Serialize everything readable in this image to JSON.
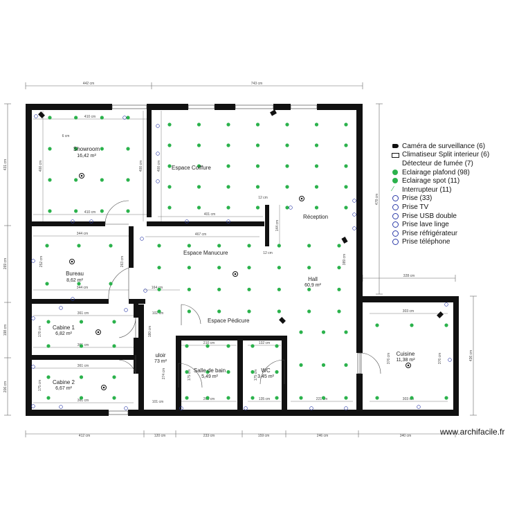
{
  "rooms": {
    "showroom": {
      "name": "Showroom",
      "area": "16,42 m²"
    },
    "coiffure": {
      "name": "Espace Coiffure"
    },
    "reception": {
      "name": "Réception"
    },
    "manucure": {
      "name": "Espace Manucure"
    },
    "bureau": {
      "name": "Bureau",
      "area": "8,62 m²"
    },
    "hall": {
      "name": "Hall",
      "area": "60,9 m²"
    },
    "pedicure": {
      "name": "Espace Pédicure"
    },
    "cabine1": {
      "name": "Cabine 1",
      "area": "6,82 m²"
    },
    "cabine2": {
      "name": "Cabine 2",
      "area": "6,67 m²"
    },
    "couloir": {
      "name": "uloir",
      "area": "73 m²"
    },
    "sdb": {
      "name": "Salle de bain",
      "area": "5,49 m²"
    },
    "wc": {
      "name": "WC",
      "area": "3,45 m²"
    },
    "cuisine": {
      "name": "Cuisine",
      "area": "11,38 m²"
    }
  },
  "dimensions": {
    "top": [
      "442 cm",
      "743 cm"
    ],
    "bottom": [
      "412 cm",
      "120 cm",
      "233 cm",
      "159 cm",
      "246 cm",
      "340 cm"
    ],
    "left": [
      "431 cm",
      "269 cm",
      "198 cm",
      "206 cm"
    ],
    "right": [
      "478 cm",
      "436 cm"
    ],
    "right_step": "328 cm",
    "inner": {
      "showroom_top": "410 cm",
      "showroom_bottom": "410 cm",
      "showroom_left": "400 cm",
      "showroom_right": "400 cm",
      "showroom_note": "6 cm",
      "coiffure_left": "400 cm",
      "coiffure_bottom": "401 cm",
      "reception_12a": "12 cm",
      "reception_12b": "12 cm",
      "reception_144": "144 cm",
      "manucure_top": "467 cm",
      "manucure_side": "263 cm",
      "bureau_top": "344 cm",
      "bureau_bottom": "344 cm",
      "bureau_left": "252 cm",
      "bureau_right": "252 cm",
      "hall_right": "389 cm",
      "hall_left": "164 cm",
      "cab1_top": "361 cm",
      "cab1_bottom": "361 cm",
      "cab1_side": "178 cm",
      "cab2_top": "361 cm",
      "cab2_bottom": "361 cm",
      "cab2_side": "175 cm",
      "couloir_102": "102 cm",
      "couloir_101": "101 cm",
      "couloir_180": "180 cm",
      "couloir_274": "274 cm",
      "sdb_top": "210 cm",
      "sdb_bottom": "208 cm",
      "sdb_side": "175 cm",
      "wc_top": "132 cm",
      "wc_bottom": "135 cm",
      "wc_side": "175 cm",
      "hall_bottom": "221 cm",
      "cuisine_top": "303 cm",
      "cuisine_bottom": "303 cm",
      "cuisine_side": "376 cm"
    }
  },
  "legend": [
    {
      "label": "Caméra de surveillance (6)",
      "icon": "camera-icon"
    },
    {
      "label": "Climatiseur Split interieur (6)",
      "icon": "air-conditioner-icon"
    },
    {
      "label": "Détecteur de fumée (7)",
      "icon": "smoke-detector-icon"
    },
    {
      "label": "Eclairage plafond (98)",
      "icon": "ceiling-light-icon"
    },
    {
      "label": "Eclairage spot (11)",
      "icon": "spotlight-icon"
    },
    {
      "label": "Interrupteur (11)",
      "icon": "switch-icon"
    },
    {
      "label": "Prise (33)",
      "icon": "outlet-icon"
    },
    {
      "label": "Prise TV",
      "icon": "tv-outlet-icon"
    },
    {
      "label": "Prise USB double",
      "icon": "usb-outlet-icon"
    },
    {
      "label": "Prise lave linge",
      "icon": "washer-outlet-icon"
    },
    {
      "label": "Prise réfrigérateur",
      "icon": "fridge-outlet-icon"
    },
    {
      "label": "Prise téléphone",
      "icon": "phone-outlet-icon"
    }
  ],
  "watermark": "www.archifacile.fr",
  "colors": {
    "wall": "#111111",
    "light": "#2bb24c",
    "outlet": "#2b3aa8"
  }
}
